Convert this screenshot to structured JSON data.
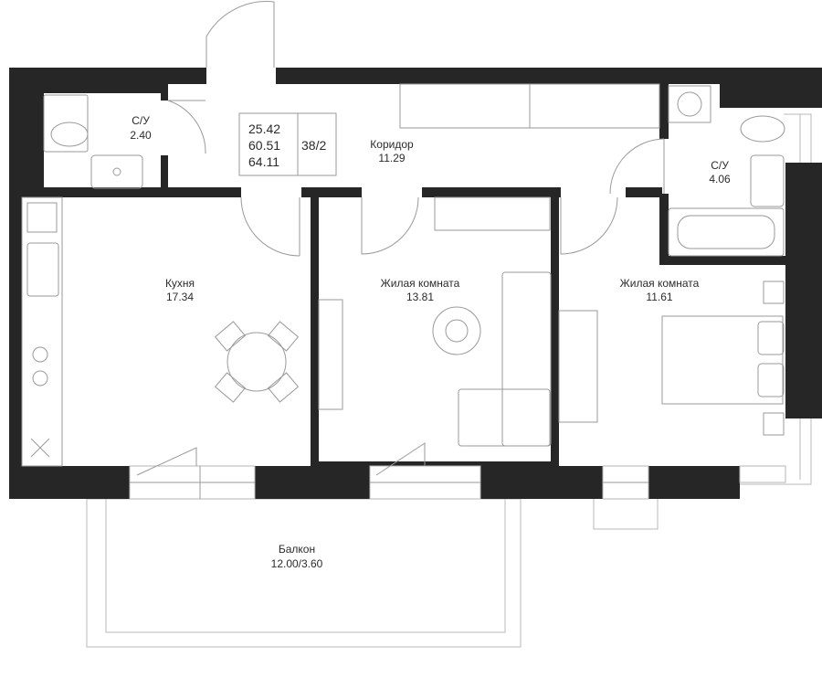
{
  "apartment": {
    "living_area": "25.42",
    "total_area": "60.51",
    "total_with_balcony": "64.11",
    "apartment_number": "38/2"
  },
  "rooms": {
    "bathroom_small": {
      "name": "С/У",
      "area": "2.40"
    },
    "corridor": {
      "name": "Коридор",
      "area": "11.29"
    },
    "bathroom_large": {
      "name": "С/У",
      "area": "4.06"
    },
    "kitchen": {
      "name": "Кухня",
      "area": "17.34"
    },
    "living_room_1": {
      "name": "Жилая комната",
      "area": "13.81"
    },
    "living_room_2": {
      "name": "Жилая комната",
      "area": "11.61"
    },
    "balcony": {
      "name": "Балкон",
      "area": "12.00/3.60"
    }
  },
  "colors": {
    "wall": "#262626",
    "line": "#9a9a9a",
    "background": "#ffffff"
  }
}
